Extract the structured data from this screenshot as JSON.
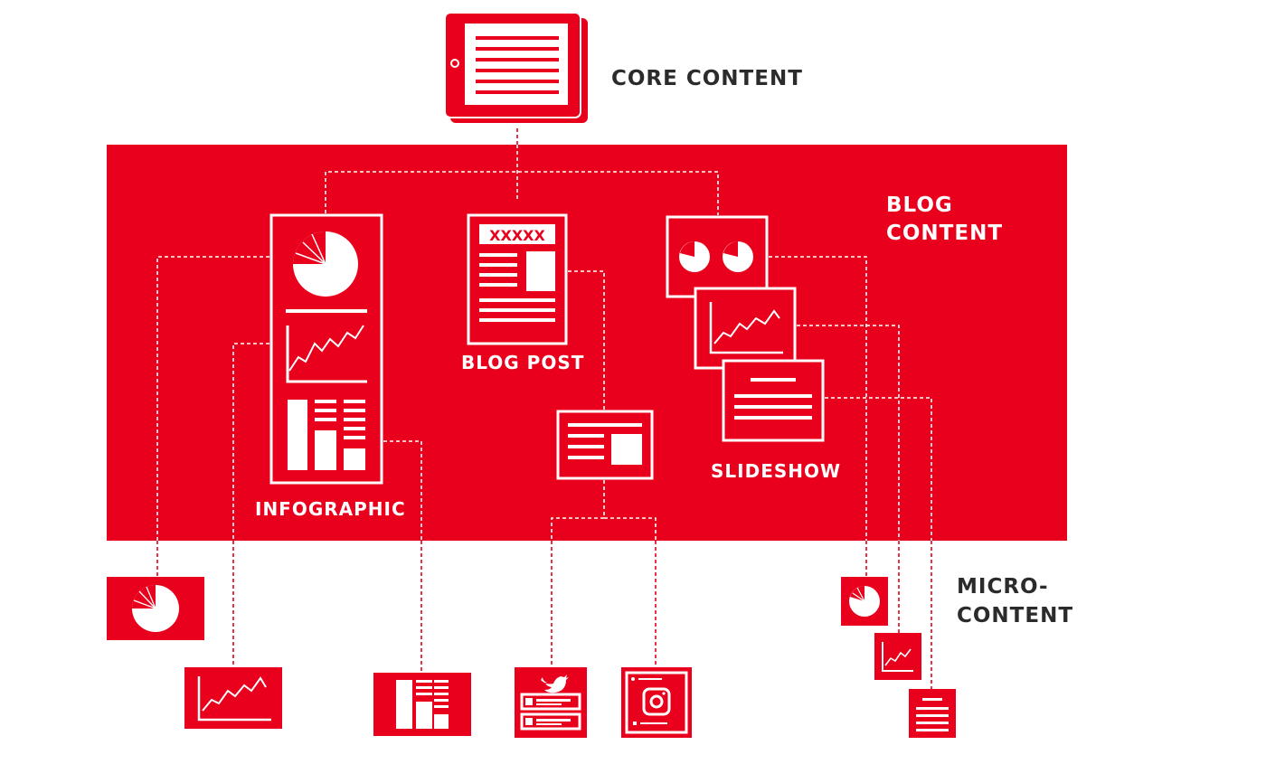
{
  "colors": {
    "brand_red": "#e8001c",
    "label_dark": "#2b2b2b",
    "background": "#ffffff"
  },
  "labels": {
    "core_content": "CORE CONTENT",
    "blog_content": [
      "BLOG",
      "CONTENT"
    ],
    "micro_content": [
      "MICRO-",
      "CONTENT"
    ],
    "blog_post": "BLOG POST",
    "infographic": "INFOGRAPHIC",
    "slideshow": "SLIDESHOW",
    "header_placeholder": "XXXXX"
  },
  "icons": {
    "core": "tablet-icon",
    "blog": [
      "infographic-icon",
      "blog-post-icon",
      "slideshow-icon"
    ],
    "derived": [
      "article-snippet-icon"
    ],
    "micro": [
      "pie-chart-icon",
      "line-chart-icon",
      "bar-chart-icon",
      "twitter-post-icon",
      "instagram-post-icon",
      "pie-chart-icon",
      "line-chart-icon",
      "document-icon"
    ]
  }
}
